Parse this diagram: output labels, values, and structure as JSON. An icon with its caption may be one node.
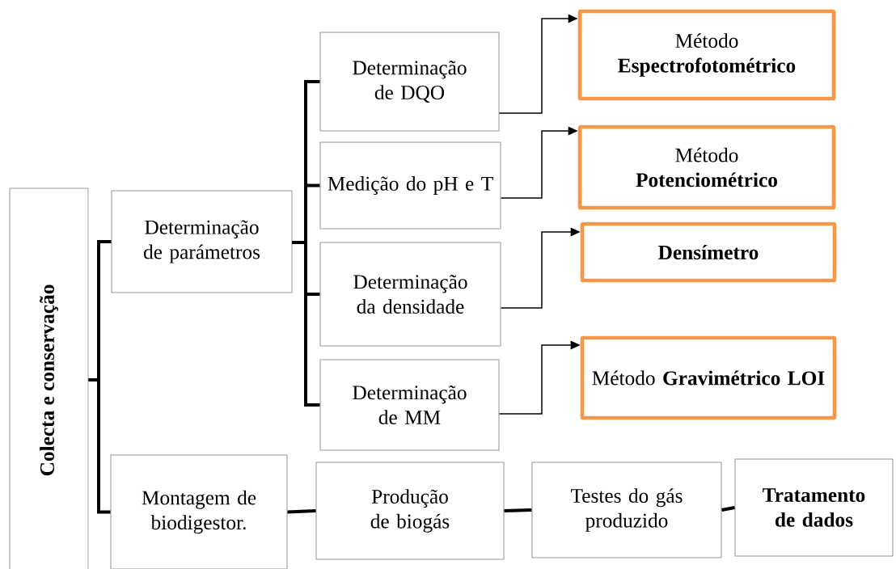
{
  "diagram": {
    "nodes": [
      {
        "text": [
          "Colecta e conservação"
        ]
      },
      {
        "text": [
          "Determinação de parámetros"
        ]
      },
      {
        "text": [
          "Determinação de DQO"
        ]
      },
      {
        "text": [
          "Medição do pH e T"
        ]
      },
      {
        "text": [
          "Determinação da densidade"
        ]
      },
      {
        "text": [
          "Determinação de MM"
        ]
      },
      {
        "text": [
          "Método **Espectrofotométrico**"
        ]
      },
      {
        "text": [
          "Método **Potenciométrico**"
        ]
      },
      {
        "text": [
          "Densímetro"
        ]
      },
      {
        "text": [
          "Método **Gravimétrico LOI**"
        ]
      },
      {
        "text": [
          "Montagem de biodigestor."
        ]
      },
      {
        "text": [
          "Produção de biogás"
        ]
      },
      {
        "text": [
          "Testes do gás produzido"
        ]
      },
      {
        "text": [
          "Tratamento de dados"
        ]
      }
    ],
    "edges": [
      {
        "from": 0,
        "to": 1,
        "arrow": "none"
      },
      {
        "from": 0,
        "to": 10,
        "arrow": "none"
      },
      {
        "from": 1,
        "to": 2,
        "arrow": "none"
      },
      {
        "from": 1,
        "to": 3,
        "arrow": "none"
      },
      {
        "from": 1,
        "to": 4,
        "arrow": "none"
      },
      {
        "from": 1,
        "to": 5,
        "arrow": "none"
      },
      {
        "from": 2,
        "to": 6,
        "arrow": "to"
      },
      {
        "from": 3,
        "to": 7,
        "arrow": "to"
      },
      {
        "from": 4,
        "to": 8,
        "arrow": "to"
      },
      {
        "from": 5,
        "to": 9,
        "arrow": "to"
      },
      {
        "from": 10,
        "to": 11,
        "arrow": "none"
      },
      {
        "from": 11,
        "to": 12,
        "arrow": "none"
      },
      {
        "from": 12,
        "to": 13,
        "arrow": "none"
      }
    ]
  }
}
